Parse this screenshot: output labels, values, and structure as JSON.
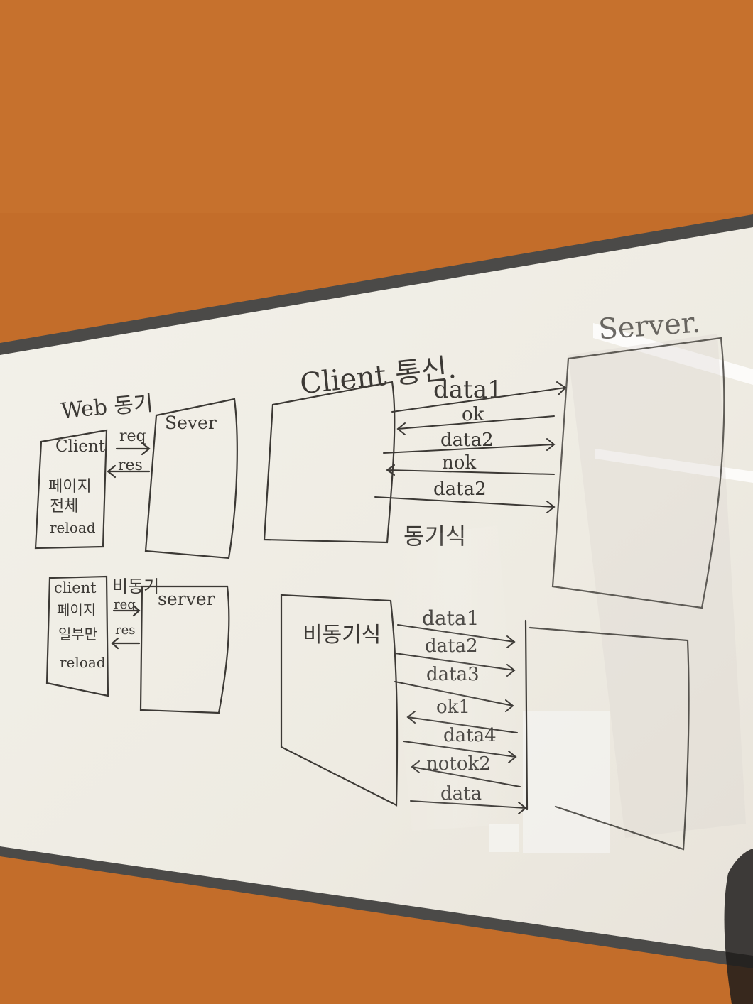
{
  "colors": {
    "wall": "#c36d2a",
    "board": "#f1eee6",
    "frame": "#4b4a48",
    "ink": "#3c3935"
  },
  "whiteboard": {
    "left_panel": {
      "sync_title": "Web 동기",
      "sync_client_label": "Client",
      "sync_server_label": "Sever",
      "sync_req": "req",
      "sync_res": "res",
      "sync_desc_1": "페이지",
      "sync_desc_2": "전체",
      "sync_desc_3": "reload",
      "async_title": "비동기",
      "async_client_label": "client",
      "async_server_label": "server",
      "async_req": "req",
      "async_res": "res",
      "async_desc_1": "페이지",
      "async_desc_2": "일부만",
      "async_desc_3": "reload"
    },
    "right_panel": {
      "title": "Client 통신.",
      "server_title": "Server.",
      "sync_label": "동기식",
      "sync_messages": [
        "data1",
        "ok",
        "data2",
        "nok",
        "data2"
      ],
      "async_label": "비동기식",
      "async_messages": [
        "data1",
        "data2",
        "data3",
        "ok1",
        "data4",
        "notok2",
        "data"
      ]
    }
  }
}
